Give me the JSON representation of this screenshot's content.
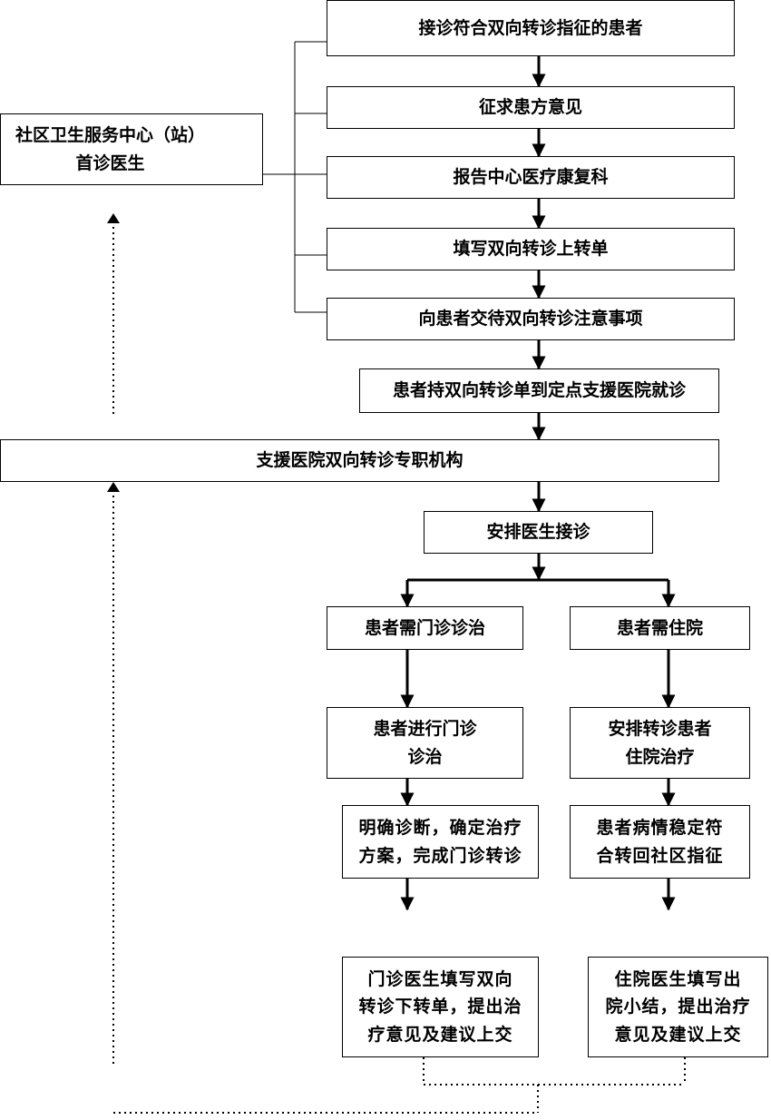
{
  "nodes": {
    "community_doctor": "社区卫生服务中心（站）\n首诊医生",
    "receive_patient": "接诊符合双向转诊指征的患者",
    "seek_opinion": "征求患方意见",
    "report_center": "报告中心医疗康复科",
    "fill_upward_form": "填写双向转诊上转单",
    "explain_notes": "向患者交待双向转诊注意事项",
    "patient_visit": "患者持双向转诊单到定点支援医院就诊",
    "referral_institution": "支援医院双向转诊专职机构",
    "arrange_doctor": "安排医生接诊",
    "needs_outpatient": "患者需门诊诊治",
    "needs_inpatient": "患者需住院",
    "outpatient_treatment": "患者进行门诊\n诊治",
    "arrange_hospitalization": "安排转诊患者\n住院治疗",
    "clear_diagnosis": "明确诊断，确定治疗\n方案，完成门诊转诊",
    "stable_condition": "患者病情稳定符\n合转回社区指征",
    "outpatient_downward": "门诊医生填写双向\n转诊下转单，提出治\n疗意见及建议上交",
    "inpatient_summary": "住院医生填写出\n院小结，提出治疗\n意见及建议上交"
  },
  "colors": {
    "line": "#000000",
    "box_border": "#000000",
    "background": "#ffffff"
  }
}
